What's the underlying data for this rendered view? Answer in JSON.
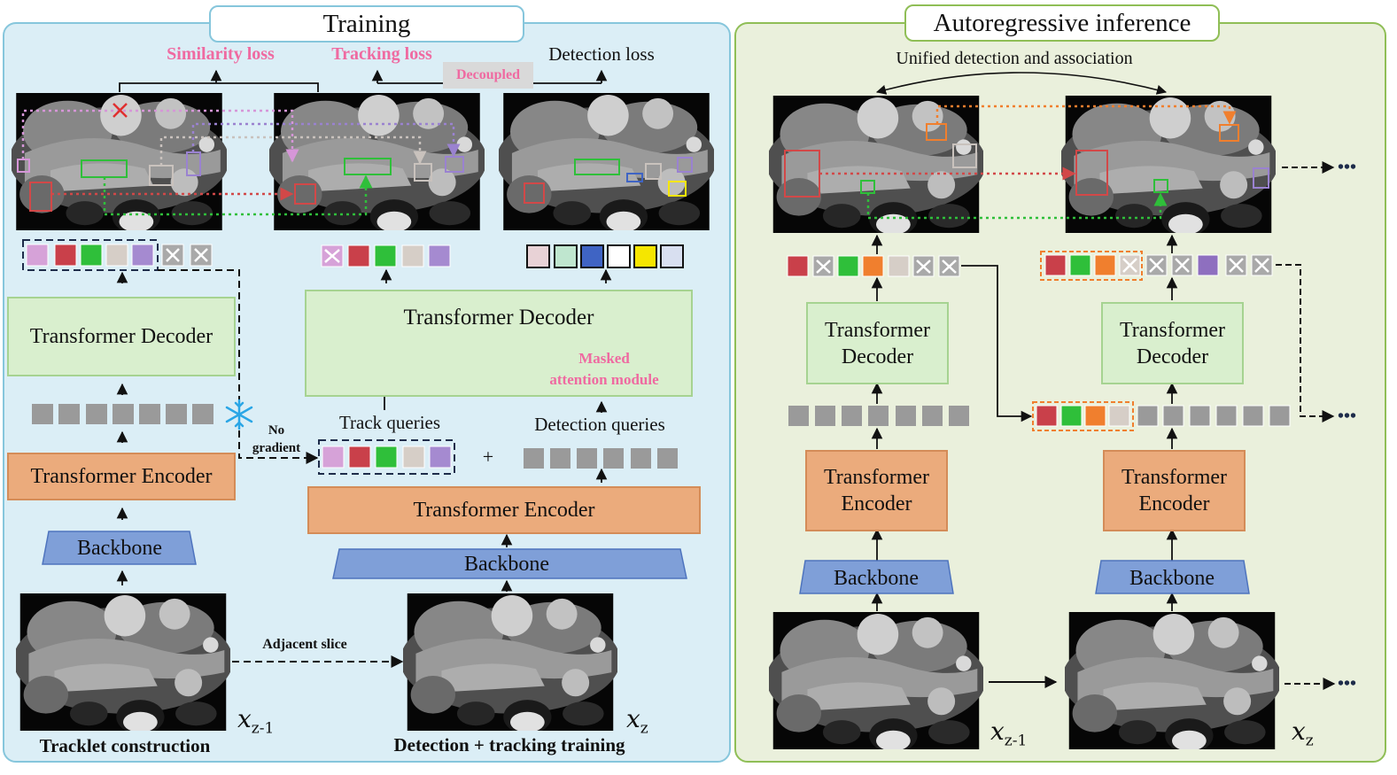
{
  "training": {
    "title": "Training",
    "losses": {
      "similarity": "Similarity loss",
      "tracking": "Tracking loss",
      "detection": "Detection loss",
      "decoupled": "Decoupled"
    },
    "left": {
      "decoder": "Transformer Decoder",
      "encoder": "Transformer Encoder",
      "backbone": "Backbone",
      "caption": "Tracklet construction",
      "slice_symbol": "x",
      "slice_sub": "z-1"
    },
    "right": {
      "decoder": "Transformer Decoder",
      "masked_line1": "Masked",
      "masked_line2": "attention module",
      "track_queries": "Track queries",
      "detection_queries": "Detection queries",
      "plus": "+",
      "encoder": "Transformer Encoder",
      "backbone": "Backbone",
      "caption": "Detection + tracking training",
      "slice_symbol": "x",
      "slice_sub": "z"
    },
    "no_gradient_line1": "No",
    "no_gradient_line2": "gradient",
    "adjacent_slice": "Adjacent slice"
  },
  "inference": {
    "title": "Autoregressive inference",
    "unified": "Unified detection and association",
    "col1": {
      "decoder_line1": "Transformer",
      "decoder_line2": "Decoder",
      "encoder_line1": "Transformer",
      "encoder_line2": "Encoder",
      "backbone": "Backbone",
      "slice_symbol": "x",
      "slice_sub": "z-1"
    },
    "col2": {
      "decoder_line1": "Transformer",
      "decoder_line2": "Decoder",
      "encoder_line1": "Transformer",
      "encoder_line2": "Encoder",
      "backbone": "Backbone",
      "slice_symbol": "x",
      "slice_sub": "z"
    },
    "ellipsis": "•••"
  },
  "colors": {
    "training_panel": "#dbeef6",
    "inference_panel": "#eaf0dc",
    "decoder": "#d9efce",
    "encoder": "#ebab7c",
    "backbone": "#7f9fd8",
    "query_gray": "#9a9a9a",
    "pink": "#ef6aa1",
    "red": "#c9404a",
    "green": "#2fbf3a",
    "beige": "#d6cec7",
    "violet": "#a58ad0",
    "orange": "#f07f2e",
    "yellow": "#f5e600",
    "blue": "#3f64c4"
  }
}
